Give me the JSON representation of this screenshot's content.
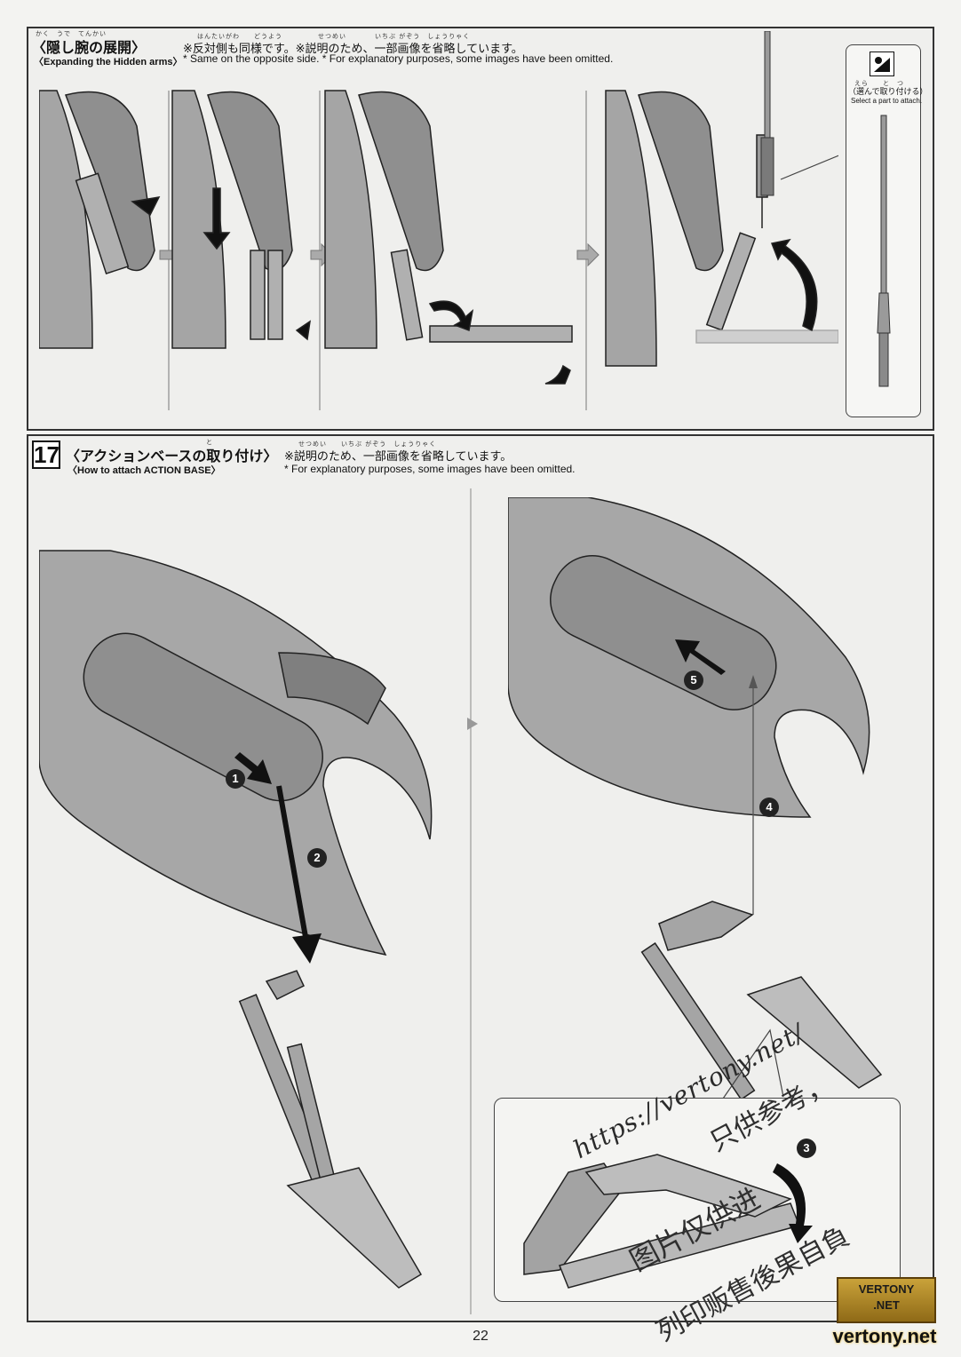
{
  "section_hidden_arms": {
    "ruby": "かく　うで　てんかい",
    "title_jp": "〈隠し腕の展開〉",
    "title_en": "〈Expanding the Hidden arms〉",
    "ruby_note": "はんたいがわ　　どうよう　　　　　せつめい　　　　いちぶ がぞう　しょうりゃく",
    "note_jp": "※反対側も同様です。※説明のため、一部画像を省略しています。",
    "note_en": "* Same on the opposite side. * For explanatory purposes, some images have been omitted.",
    "select_part": {
      "ruby": "えら　　と　つ",
      "label_jp": "（選んで取り付ける）",
      "label_en": "Select a part to attach."
    }
  },
  "section_action_base": {
    "step_number": "17",
    "ruby_title": "と",
    "title_jp": "〈アクションベースの取り付け〉",
    "title_en": "〈How to attach ACTION BASE〉",
    "ruby_note": "せつめい　　いちぶ がぞう　しょうりゃく",
    "note_jp": "※説明のため、一部画像を省略しています。",
    "note_en": "* For explanatory purposes, some images have been omitted.",
    "markers": [
      "1",
      "2",
      "3",
      "4",
      "5"
    ]
  },
  "watermark": {
    "url": "https://vertony.net/",
    "line1": "只供参考，",
    "line2": "图片仅供进",
    "line3": "列印贩售後果自負"
  },
  "logo": {
    "top": "VERTONY",
    "middle": ".NET",
    "bottom": "vertony.net"
  },
  "page_number": "22"
}
